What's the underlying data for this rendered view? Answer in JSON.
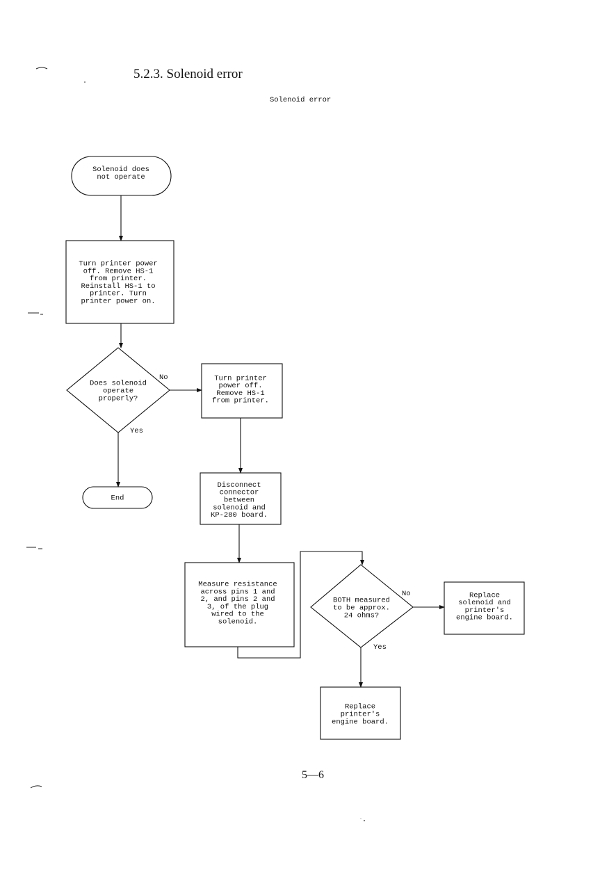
{
  "header": {
    "section_title": "5.2.3. Solenoid error",
    "flow_title": "Solenoid error"
  },
  "footer": {
    "page_number": "5—6"
  },
  "flowchart": {
    "start": [
      "Solenoid does",
      "not operate"
    ],
    "step_power_cycle": [
      "Turn printer power",
      "off. Remove HS-1",
      "from printer.",
      "Reinstall HS-1 to",
      "printer. Turn",
      "printer power on."
    ],
    "decision_operate": [
      "Does solenoid",
      "operate",
      "properly?"
    ],
    "label_no_1": "No",
    "label_yes_1": "Yes",
    "end": [
      "End"
    ],
    "step_remove": [
      "Turn printer",
      "power off.",
      "Remove HS-1",
      "from printer."
    ],
    "step_disconnect": [
      "Disconnect",
      "connector",
      "between",
      "solenoid and",
      "KP-280 board."
    ],
    "step_measure": [
      "Measure resistance",
      "across pins 1 and",
      "2, and pins 2 and",
      "3, of the plug",
      "wired to the",
      "solenoid."
    ],
    "decision_ohms": [
      "BOTH measured",
      "to be approx.",
      "24 ohms?"
    ],
    "label_no_2": "No",
    "label_yes_2": "Yes",
    "step_replace_both": [
      "Replace",
      "solenoid and",
      "printer's",
      "engine board."
    ],
    "step_replace_board": [
      "Replace",
      "printer's",
      "engine board."
    ]
  }
}
